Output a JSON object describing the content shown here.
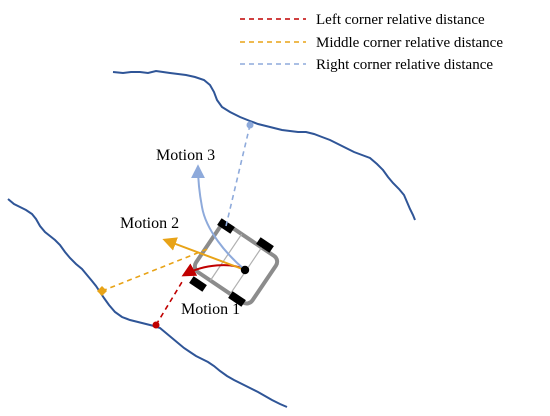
{
  "legend": {
    "items": [
      {
        "label": "Left corner relative distance",
        "color": "#c00000"
      },
      {
        "label": "Middle corner relative distance",
        "color": "#e8a317"
      },
      {
        "label": "Right corner relative distance",
        "color": "#8eaadb"
      }
    ]
  },
  "motions": {
    "motion1": {
      "label": "Motion 1",
      "color": "#c00000"
    },
    "motion2": {
      "label": "Motion 2",
      "color": "#e8a317"
    },
    "motion3": {
      "label": "Motion 3",
      "color": "#8eaadb"
    }
  },
  "colors": {
    "boundary": "#2f5597",
    "vehicle_frame": "#8c8c8c",
    "wheel": "#000000"
  },
  "icons": {
    "vehicle": "vehicle-icon",
    "boundary": "wavy-line"
  }
}
